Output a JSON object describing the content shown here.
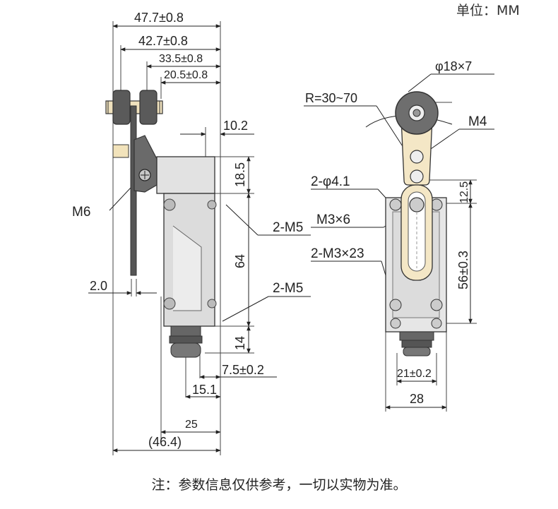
{
  "unit_label": "单位：MM",
  "footnote": "注：参数信息仅供参考，一切以实物为准。",
  "side_view": {
    "dims": {
      "overall_width": "47.7±0.8",
      "width_2": "42.7±0.8",
      "width_3": "33.5±0.8",
      "width_4": "20.5±0.8",
      "offset_top": "10.2",
      "height_top": "18.5",
      "height_body": "64",
      "height_bottom": "14",
      "arm_thickness": "2.0",
      "nut_width": "7.5±0.2",
      "boot_width": "15.1",
      "body_depth": "25",
      "total_depth": "(46.4)"
    },
    "callouts": {
      "thread_m6": "M6",
      "mount_upper": "2-M5",
      "mount_lower": "2-M5"
    }
  },
  "front_view": {
    "dims": {
      "roller": "φ18×7",
      "radius": "R=30~70",
      "top_offset": "12.5",
      "hole_pitch": "56±0.3",
      "nut_width": "21±0.2",
      "body_width": "28"
    },
    "callouts": {
      "arm_screw": "M4",
      "holes": "2-φ4.1",
      "clamp_screw": "M3×6",
      "cover_screws": "2-M3×23"
    }
  },
  "colors": {
    "outline": "#333333",
    "body_fill": "#e0e0e0",
    "dark_part": "#555555",
    "roller_fill": "#6e6e6e",
    "brass_fill": "#f3e6c4"
  }
}
